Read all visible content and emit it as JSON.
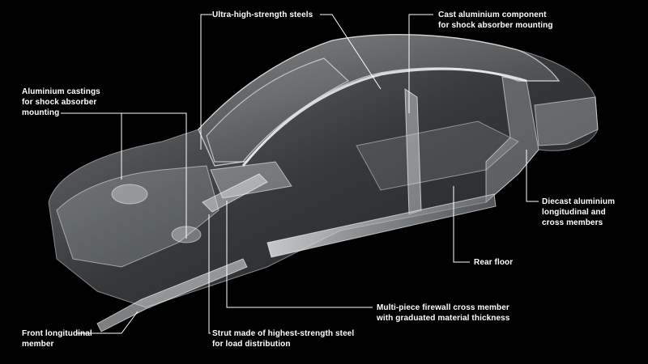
{
  "labels": {
    "ultra_high_strength": "Ultra-high-strength steels",
    "cast_aluminium": "Cast aluminium component\nfor shock absorber mounting",
    "aluminium_castings": "Aluminium castings\nfor shock absorber\nmounting",
    "diecast": "Diecast aluminium\nlongitudinal and\ncross members",
    "rear_floor": "Rear floor",
    "firewall": "Multi-piece firewall cross member\nwith graduated material thickness",
    "strut": "Strut made of highest-strength steel\nfor load distribution",
    "front_longitudinal": "Front longitudinal\nmember"
  },
  "colors": {
    "background": "#000000",
    "label_text": "#ffffff",
    "leader_line": "#ffffff",
    "body_shell": "#cfd4d8"
  }
}
